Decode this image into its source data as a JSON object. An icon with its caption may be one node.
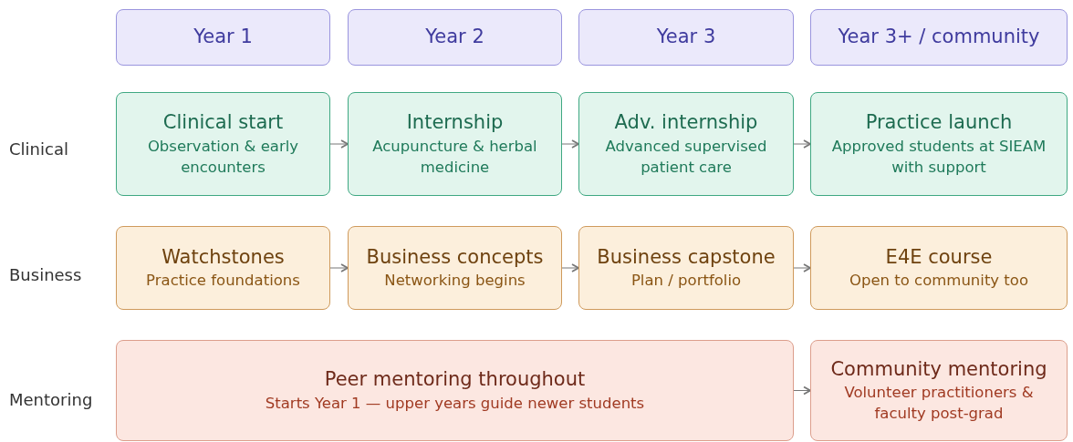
{
  "diagram": {
    "nodes": [
      {
        "text": [
          "Year 1"
        ]
      },
      {
        "text": [
          "Year 2"
        ]
      },
      {
        "text": [
          "Year 3"
        ]
      },
      {
        "text": [
          "Year 3+ / community"
        ]
      },
      {
        "text": [
          "Clinical start",
          "Observation & early encounters"
        ]
      },
      {
        "text": [
          "Internship",
          "Acupuncture & herbal medicine"
        ]
      },
      {
        "text": [
          "Adv. internship",
          "Advanced supervised patient care"
        ]
      },
      {
        "text": [
          "Practice launch",
          "Approved students at SIEAM with support"
        ]
      },
      {
        "text": [
          "Watchstones",
          "Practice foundations"
        ]
      },
      {
        "text": [
          "Business concepts",
          "Networking begins"
        ]
      },
      {
        "text": [
          "Business capstone",
          "Plan / portfolio"
        ]
      },
      {
        "text": [
          "E4E course",
          "Open to community too"
        ]
      },
      {
        "text": [
          "Peer mentoring throughout",
          "Starts Year 1 — upper years guide newer students"
        ]
      },
      {
        "text": [
          "Community mentoring",
          "Volunteer practitioners & faculty post-grad"
        ]
      }
    ],
    "edges": [
      {
        "from": 4,
        "to": 5,
        "arrow": "to"
      },
      {
        "from": 5,
        "to": 6,
        "arrow": "to"
      },
      {
        "from": 6,
        "to": 7,
        "arrow": "to"
      },
      {
        "from": 8,
        "to": 9,
        "arrow": "to"
      },
      {
        "from": 9,
        "to": 10,
        "arrow": "to"
      },
      {
        "from": 10,
        "to": 11,
        "arrow": "to"
      },
      {
        "from": 12,
        "to": 13,
        "arrow": "to"
      }
    ],
    "labels": [
      "Clinical",
      "Business",
      "Mentoring"
    ]
  }
}
